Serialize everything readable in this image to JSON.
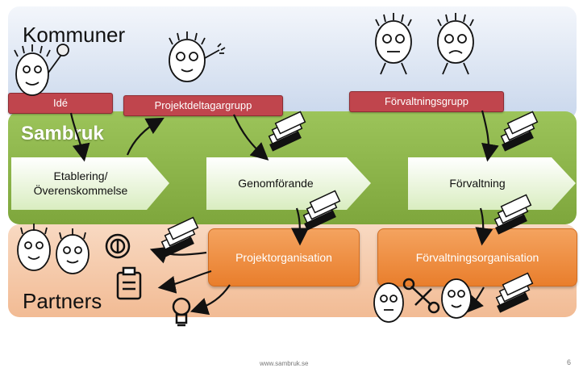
{
  "slide": {
    "title_top": "Kommuner",
    "title_middle": "Sambruk",
    "title_bottom": "Partners"
  },
  "labels": {
    "ide": "Idé",
    "projektdeltagargrupp": "Projektdeltagargrupp",
    "forvaltningsgrupp": "Förvaltningsgrupp"
  },
  "steps": [
    {
      "line1": "Etablering/",
      "line2": "Överenskommelse"
    },
    {
      "line1": "Genomförande",
      "line2": ""
    },
    {
      "line1": "Förvaltning",
      "line2": ""
    }
  ],
  "boxes": {
    "projektorganisation": "Projektorganisation",
    "forvaltningsorganisation": "Förvaltningsorganisation"
  },
  "footer": {
    "url": "www.sambruk.se",
    "page": "6"
  },
  "colors": {
    "label_red": "#c0454d",
    "sambruk_green": "#8ab548",
    "partner_orange": "#e97e2c",
    "kommun_blue": "#c9d7ec"
  }
}
